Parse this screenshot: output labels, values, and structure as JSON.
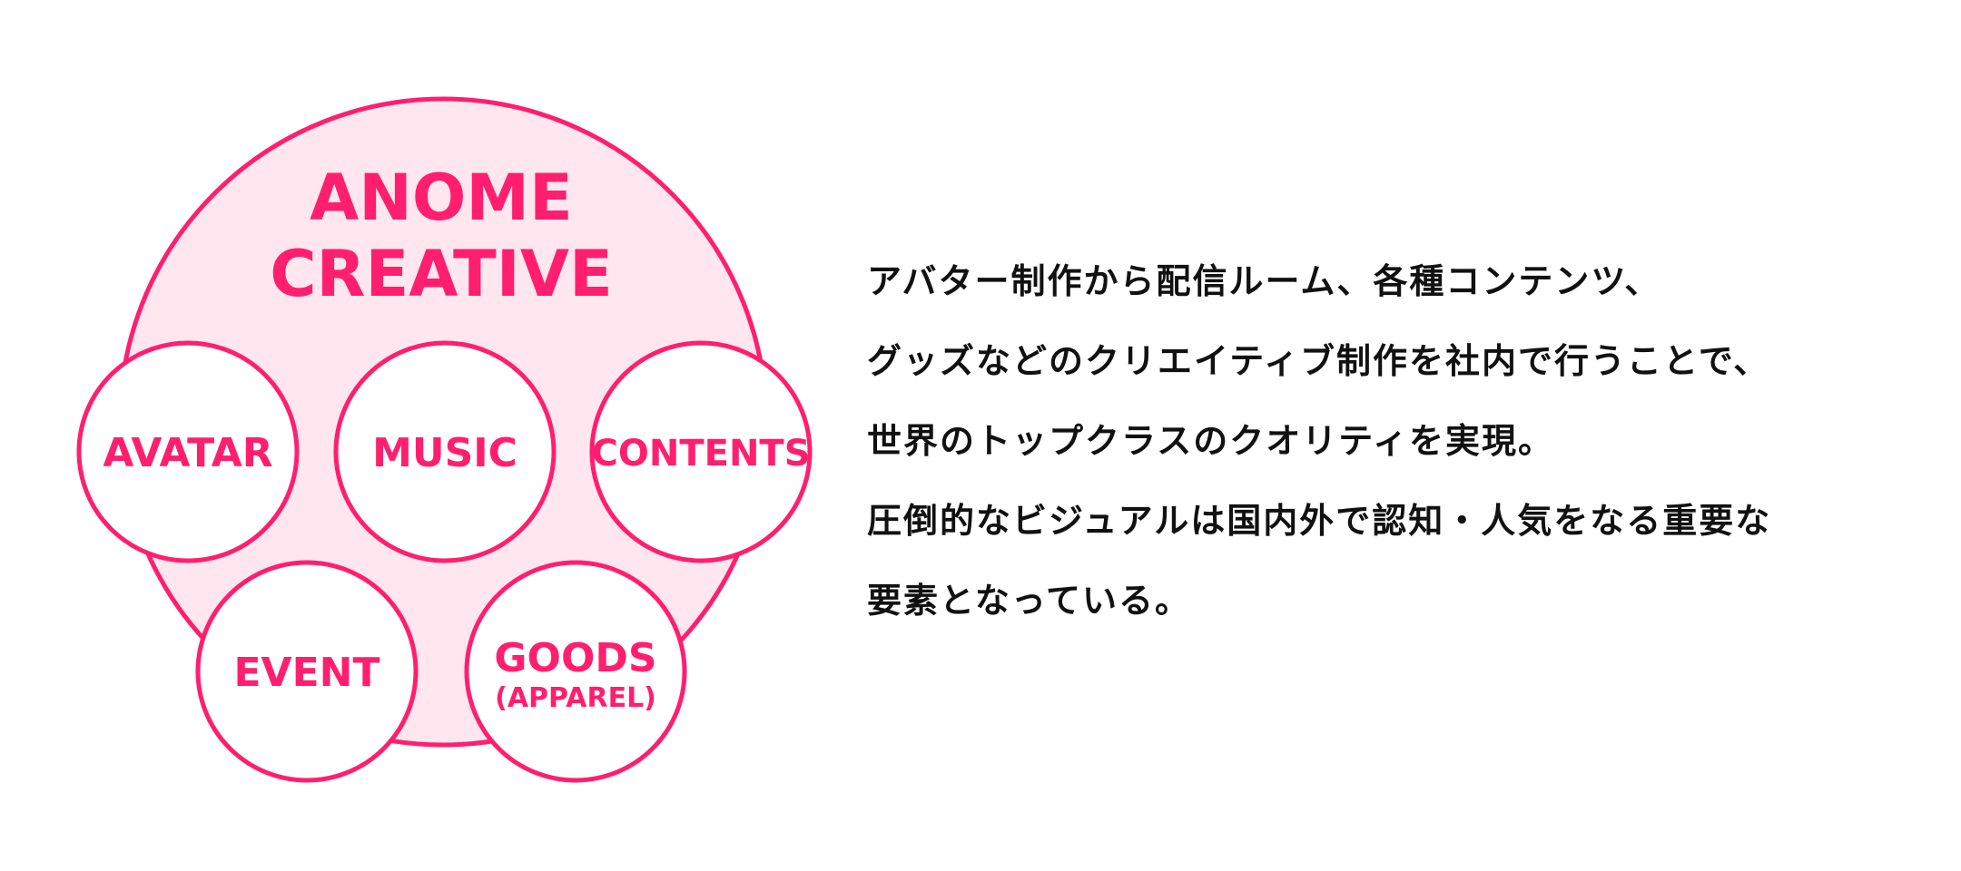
{
  "colors": {
    "accent": "#ff1f6e",
    "big_circle_fill": "#ffe6ef",
    "small_circle_fill": "#ffffff",
    "text": "#111111",
    "background": "#ffffff"
  },
  "diagram": {
    "title_lines": [
      "ANOME",
      "CREATIVE"
    ],
    "nodes": [
      {
        "id": "avatar",
        "label": "AVATAR"
      },
      {
        "id": "music",
        "label": "MUSIC"
      },
      {
        "id": "contents",
        "label": "CONTENTS"
      },
      {
        "id": "event",
        "label": "EVENT"
      },
      {
        "id": "goods",
        "label": "GOODS",
        "sublabel": "(APPAREL)"
      }
    ]
  },
  "description": {
    "lines": [
      "アバター制作から配信ルーム、各種コンテンツ、",
      "グッズなどのクリエイティブ制作を社内で行うことで、",
      "世界のトップクラスのクオリティを実現。",
      "圧倒的なビジュアルは国内外で認知・人気をなる重要な",
      "要素となっている。"
    ]
  }
}
